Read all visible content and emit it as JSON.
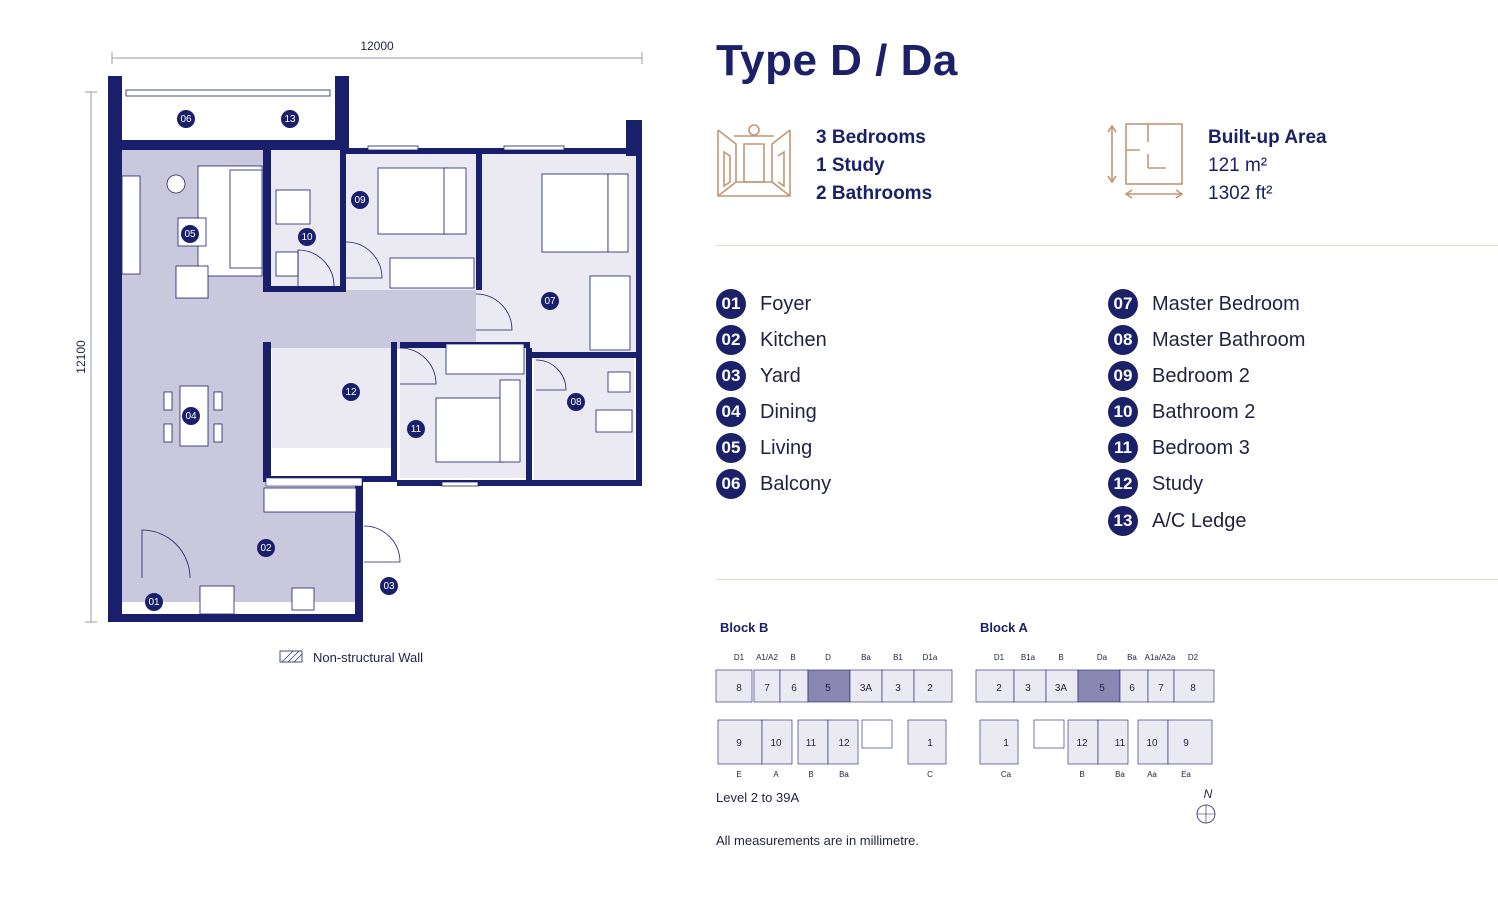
{
  "title": "Type D / Da",
  "summary": {
    "rooms": [
      "3 Bedrooms",
      "1 Study",
      "2 Bathrooms"
    ],
    "area_title": "Built-up Area",
    "area_m2": "121 m²",
    "area_ft2": "1302 ft²",
    "rooms_icon": "room-perspective-icon",
    "area_icon": "floorplan-dimension-icon"
  },
  "legend": [
    {
      "num": "01",
      "label": "Foyer"
    },
    {
      "num": "02",
      "label": "Kitchen"
    },
    {
      "num": "03",
      "label": "Yard"
    },
    {
      "num": "04",
      "label": "Dining"
    },
    {
      "num": "05",
      "label": "Living"
    },
    {
      "num": "06",
      "label": "Balcony"
    },
    {
      "num": "07",
      "label": "Master Bedroom"
    },
    {
      "num": "08",
      "label": "Master Bathroom"
    },
    {
      "num": "09",
      "label": "Bedroom 2"
    },
    {
      "num": "10",
      "label": "Bathroom 2"
    },
    {
      "num": "11",
      "label": "Bedroom 3"
    },
    {
      "num": "12",
      "label": "Study"
    },
    {
      "num": "13",
      "label": "A/C Ledge"
    }
  ],
  "plan": {
    "width_dim": "12000",
    "height_dim": "12100",
    "wall_key": "Non-structural Wall",
    "room_labels": [
      "01",
      "02",
      "03",
      "04",
      "05",
      "06",
      "07",
      "08",
      "09",
      "10",
      "11",
      "12",
      "13"
    ]
  },
  "keyplan": {
    "block_b": {
      "name": "Block B",
      "top_types": [
        "D1",
        "A1/A2",
        "B",
        "D",
        "Ba",
        "B1",
        "D1a"
      ],
      "top_units": [
        "8",
        "7",
        "6",
        "5",
        "3A",
        "3",
        "2"
      ],
      "bottom_units": [
        "9",
        "10",
        "11",
        "12",
        "1"
      ],
      "bottom_types": [
        "E",
        "A",
        "B",
        "Ba",
        "C"
      ],
      "highlight": "5"
    },
    "block_a": {
      "name": "Block A",
      "top_types": [
        "D1",
        "B1a",
        "B",
        "Da",
        "Ba",
        "A1a/A2a",
        "D2"
      ],
      "top_units": [
        "2",
        "3",
        "3A",
        "5",
        "6",
        "7",
        "8"
      ],
      "bottom_units": [
        "1",
        "12",
        "11",
        "10",
        "9"
      ],
      "bottom_types": [
        "Ca",
        "B",
        "Ba",
        "Aa",
        "Ea"
      ],
      "highlight": "5"
    },
    "level": "Level 2 to 39A",
    "north": "N"
  },
  "footnote": "All measurements are in millimetre.",
  "colors": {
    "navy": "#1b2068",
    "wall": "#1a1f6b",
    "floor_living": "#c9c8dc",
    "floor_room": "#ebeaf2",
    "icon_gold": "#c49676",
    "rule": "#d8dccb",
    "highlight": "#8a87b3"
  }
}
